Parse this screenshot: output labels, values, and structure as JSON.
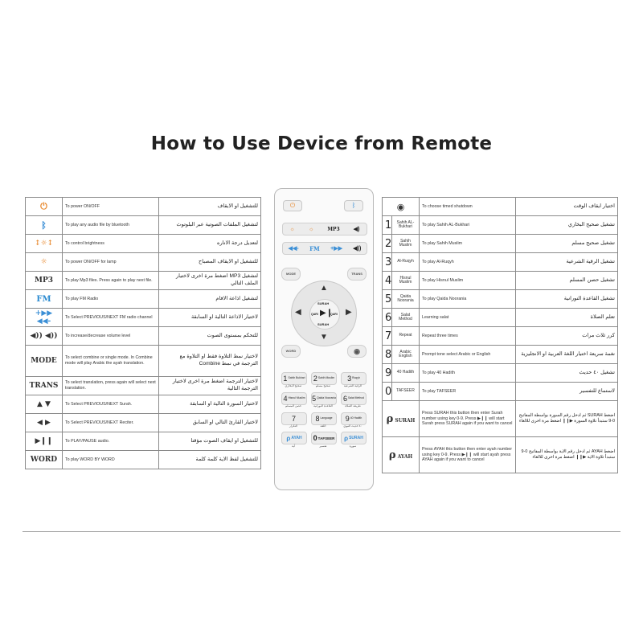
{
  "title": "How to Use Device from Remote",
  "left_rows": [
    {
      "icon": "⏻",
      "en": "To power ON/OFF",
      "ar": "للتشغيل او الايقاف"
    },
    {
      "icon": "ᛒ",
      "en": "To play any audio file by bluetooth",
      "ar": "لتشغيل الملفات الصوتية عبر البلوتوث"
    },
    {
      "icon": "↕☼↕",
      "en": "To control brightness",
      "ar": "لتعديل درجة الاناره"
    },
    {
      "icon": "☼",
      "en": "To power ON/OFF for lamp",
      "ar": "للتشغيل او الايقاف المصباح"
    },
    {
      "icon": "MP3",
      "en": "To play Mp3 files. Press again to play next file.",
      "ar": "لتشغيل MP3 اضغط مرة اخرى لاختيار الملف التالي"
    },
    {
      "icon": "FM",
      "en": "To play FM Radio",
      "ar": "لتشغيل اذاعة الافام"
    },
    {
      "icon": "+▶▶ ◀◀-",
      "en": "To Select PREVIOUS/NEXT FM radio channel",
      "ar": "لاختيار الاذاعة التالية او السابقة"
    },
    {
      "icon": "◀)) ◀))",
      "en": "To increase/decrease volume level",
      "ar": "للتحكم بمستوى الصوت"
    },
    {
      "icon": "MODE",
      "en": "To select combine or single mode. In Combine mode will play Arabic the ayah translation.",
      "ar": "لاختيار نمط التلاوة فقط او التلاوة مع الترجمة في نمط Combine"
    },
    {
      "icon": "TRANS",
      "en": "To select translation, press again will select next translation.",
      "ar": "لاختيار الترجمة اضغط مرة اخرى لاختيار الترجمة التالية"
    },
    {
      "icon": "▲ ▼",
      "en": "To Select PREVIOUS/NEXT Surah.",
      "ar": "لاختيار السورة التالية او السابقة"
    },
    {
      "icon": "◀ ▶",
      "en": "To Select PREVIOUS/NEXT Reciter.",
      "ar": "لاختيار القارئ التالي او السابق"
    },
    {
      "icon": "▶❙❙",
      "en": "To PLAY/PAUSE audio.",
      "ar": "للتشغيل او ايقاف الصوت مؤقتا"
    },
    {
      "icon": "WORD",
      "en": "To play WORD BY WORD",
      "ar": "للتشغيل لفظ الاية كلمة كلمة"
    }
  ],
  "right_rows": [
    {
      "num": "",
      "name": "◉",
      "en": "To choose timed shutdown",
      "ar": "اختيار ايقاف الوقت"
    },
    {
      "num": "1",
      "name": "Sahih AL-Bukhari",
      "en": "To play Sahih AL-Bukhari",
      "ar": "تشغيل صحيح البخاري"
    },
    {
      "num": "2",
      "name": "Sahih Muslim",
      "en": "To play Sahih Muslim",
      "ar": "تشغيل صحيح مسلم"
    },
    {
      "num": "3",
      "name": "Al-Ruqyh",
      "en": "To play Al-Ruqyh",
      "ar": "تشغيل الرقية الشرعية"
    },
    {
      "num": "4",
      "name": "Hisnul Muslim",
      "en": "To play Hisnul Muslim",
      "ar": "تشغيل حصن المسلم"
    },
    {
      "num": "5",
      "name": "Qaida Noorania",
      "en": "To play Qaida Noorania",
      "ar": "تشغيل القاعدة النورانية"
    },
    {
      "num": "6",
      "name": "Salat Method",
      "en": "Learning salat",
      "ar": "تعلم الصلاة"
    },
    {
      "num": "7",
      "name": "Repeat",
      "en": "Repeat three times",
      "ar": "كرر ثلاث مرات"
    },
    {
      "num": "8",
      "name": "Arabic English",
      "en": "Prompt tone select Arabic or English",
      "ar": "نغمة سريعة اختيار اللغة العربية او الانجليزية"
    },
    {
      "num": "9",
      "name": "40 Hadith",
      "en": "To play 40 Hadith",
      "ar": "تشغيل ٤٠ حديث"
    },
    {
      "num": "0",
      "name": "TAFSEER",
      "en": "To play TAFSEER",
      "ar": "لاستماع للتفسير"
    }
  ],
  "surah_row": {
    "label": "SURAH",
    "en": "Press SURAH this button then enter Surah number using key 0-9. Press ▶❙❙ will start Surah press SURAH again if you want to cancel",
    "ar": "اضغط SURAH ثم ادخل رقم السورة بواسطة المفاتيح 0-9 ستبدأ تلاوة السورة ▶❙❙ اضغط مرة اخرى للالغاء"
  },
  "ayah_row": {
    "label": "AYAH",
    "en": "Press AYAH this button then enter ayah number using key 0-9. Press ▶❙❙ will start ayah press AYAH again if you want to cancel",
    "ar": "اضغط AYAH ثم ادخل رقم الاية بواسطة المفاتيح 0-9 ستبدأ تلاوة الاية ▶❙❙ اضغط مرة اخرى للالغاء"
  },
  "remote": {
    "mp3": "MP3",
    "fm": "FM",
    "mode": "MODE",
    "trans": "TRANS",
    "word": "WORD",
    "surah": "SURAH",
    "qari": "QARI",
    "keys": [
      {
        "n": "1",
        "t": "Sahih Bukhari",
        "sub": "صحيح البخاري"
      },
      {
        "n": "2",
        "t": "Sahih Muslim",
        "sub": "صحيح مسلم"
      },
      {
        "n": "3",
        "t": "Ruqyh",
        "sub": "الرقية الشرعية"
      },
      {
        "n": "4",
        "t": "Hisnul Muslim",
        "sub": "حصن المسلم"
      },
      {
        "n": "5",
        "t": "Qaida Noorania",
        "sub": "القاعدة النورانية"
      },
      {
        "n": "6",
        "t": "Salat Method",
        "sub": "طريقة الصلاة"
      },
      {
        "n": "7",
        "t": "",
        "sub": "التكرار"
      },
      {
        "n": "8",
        "t": "Language",
        "sub": "اللغة"
      },
      {
        "n": "9",
        "t": "40 Hadith",
        "sub": "٤٠ حديث النبوي"
      }
    ],
    "ayah": "AYAH",
    "tafseer": "TAFSEER",
    "surah2": "SURAH",
    "sub_ayah": "آية",
    "sub_tafseer": "تفسير",
    "sub_surah": "سورة"
  },
  "colors": {
    "accent": "#3b8fd6",
    "orange": "#e88a30"
  }
}
